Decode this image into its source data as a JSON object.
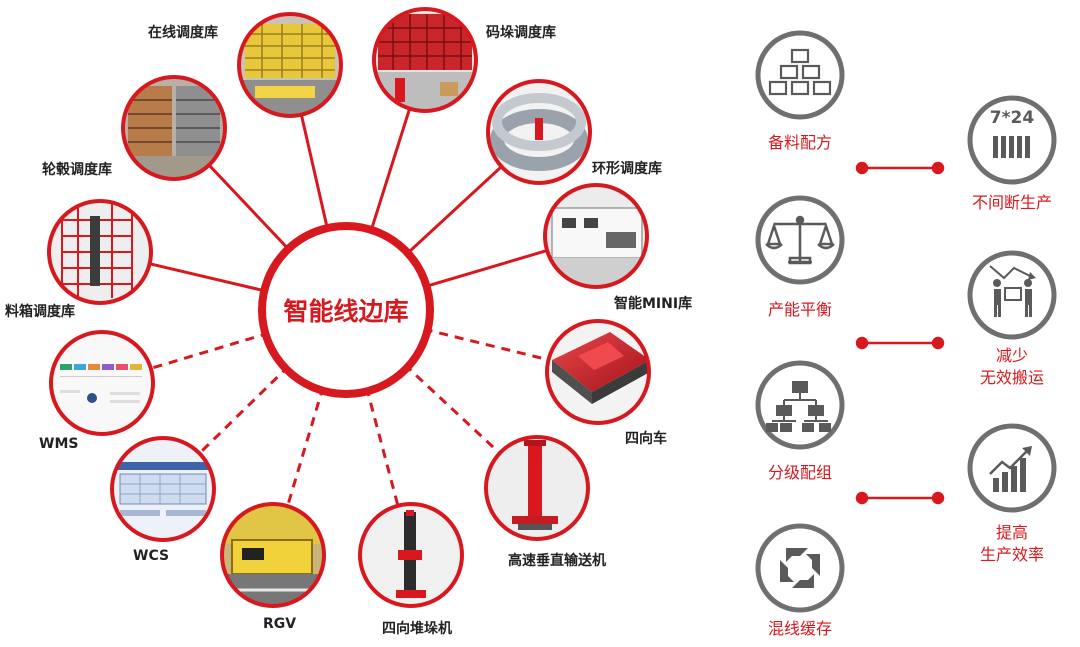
{
  "center": {
    "title": "智能线边库"
  },
  "nodes": [
    {
      "label": "在线调度库"
    },
    {
      "label": "码垛调度库"
    },
    {
      "label": "环形调度库"
    },
    {
      "label": "智能MINI库"
    },
    {
      "label": "四向车"
    },
    {
      "label": "高速垂直输送机"
    },
    {
      "label": "四向堆垛机"
    },
    {
      "label": "RGV"
    },
    {
      "label": "WCS"
    },
    {
      "label": "WMS"
    },
    {
      "label": "料箱调度库"
    },
    {
      "label": "轮毂调度库"
    }
  ],
  "features_left": [
    {
      "label": "备料配方",
      "icon": "boxes-grid-icon"
    },
    {
      "label": "产能平衡",
      "icon": "balance-scale-icon"
    },
    {
      "label": "分级配组",
      "icon": "hierarchy-icon"
    },
    {
      "label": "混线缓存",
      "icon": "octagon-swirl-icon"
    }
  ],
  "features_right": [
    {
      "label_line1": "不间断生产",
      "label_line2": "",
      "icon_text": "7*24",
      "icon": "clock-bars-icon"
    },
    {
      "label_line1": "减少",
      "label_line2": "无效搬运",
      "icon": "people-carry-icon"
    },
    {
      "label_line1": "提高",
      "label_line2": "生产效率",
      "icon": "growth-chart-icon"
    }
  ],
  "colors": {
    "accent": "#d7191f",
    "icon_gray": "#5a5a5a",
    "ring_gray": "#6f6f6f"
  }
}
